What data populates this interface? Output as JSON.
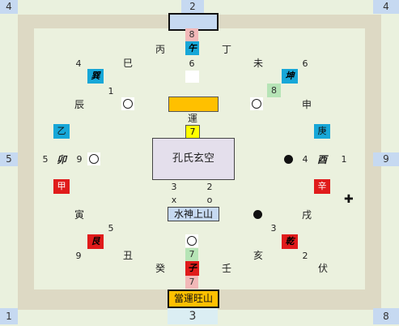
{
  "corners": {
    "top_left": "4",
    "top_center": "2",
    "top_right": "4",
    "left": "5",
    "right": "9",
    "bottom_left": "1",
    "bottom_center": "3",
    "bottom_right": "8"
  },
  "colors": {
    "blue": "#17a7d8",
    "red": "#e01b1b",
    "gold": "#ffc000",
    "yellow": "#ffff00",
    "pink": "#f2b8b8",
    "green": "#b6e4b6"
  },
  "top": {
    "cell_num": "8",
    "wu": "午",
    "bing": "丙",
    "ding": "丁",
    "num6": "6"
  },
  "ring": {
    "si": "巳",
    "wei": "未",
    "chen": "辰",
    "shen_r": "申",
    "yi": "乙",
    "geng": "庚",
    "mao": "卯",
    "you": "酉",
    "jia": "甲",
    "xin": "辛",
    "yin": "寅",
    "xu": "戌",
    "gen": "艮",
    "qian": "乾",
    "chou": "丑",
    "hai": "亥",
    "gui": "癸",
    "ren": "壬",
    "zi": "子",
    "fu": "伏",
    "xun": "巽",
    "kun": "坤"
  },
  "nums": {
    "tl4": "4",
    "tr6": "6",
    "n1_left": "1",
    "n8_right": "8",
    "n5_left": "5",
    "n9_left": "9",
    "n4_right": "4",
    "n1_right": "1",
    "n5_bl": "5",
    "n3_br": "3",
    "n9_bl": "9",
    "n2_br": "2",
    "green7": "7",
    "pink7": "7",
    "center_left3": "3",
    "center_right2": "2",
    "x": "x",
    "o": "o"
  },
  "center": {
    "yun": "運",
    "yun_num": "7",
    "title": "孔氏玄空",
    "water": "水神上山",
    "bottom_box": "當運旺山"
  }
}
